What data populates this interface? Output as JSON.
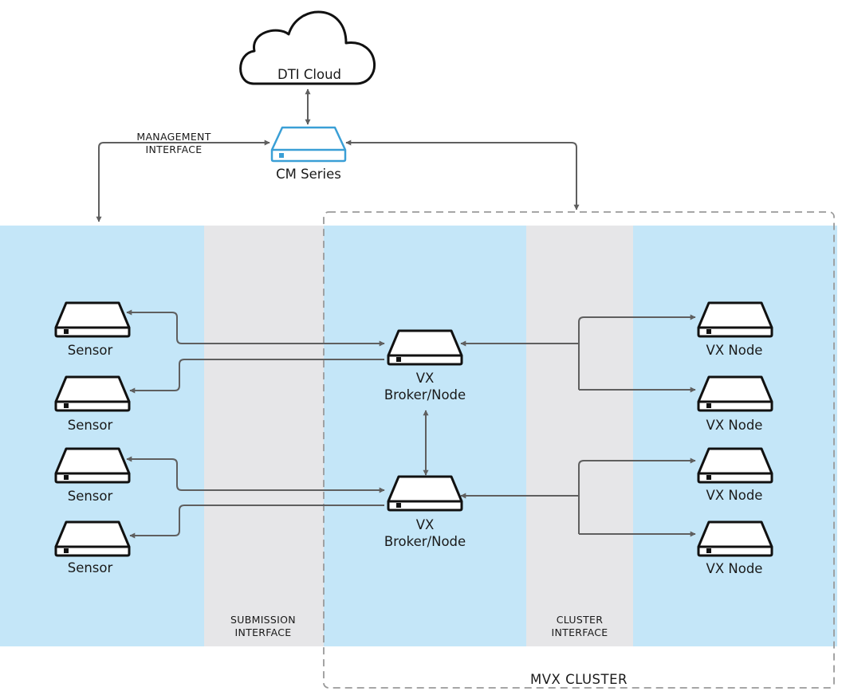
{
  "cloud": {
    "label": "DTI Cloud"
  },
  "cm": {
    "label": "CM Series"
  },
  "management": {
    "line1": "MANAGEMENT",
    "line2": "INTERFACE"
  },
  "submission": {
    "line1": "SUBMISSION",
    "line2": "INTERFACE"
  },
  "cluster_interface": {
    "line1": "CLUSTER",
    "line2": "INTERFACE"
  },
  "cluster": {
    "label": "MVX CLUSTER"
  },
  "sensors": [
    {
      "label": "Sensor"
    },
    {
      "label": "Sensor"
    },
    {
      "label": "Sensor"
    },
    {
      "label": "Sensor"
    }
  ],
  "brokers": [
    {
      "line1": "VX",
      "line2": "Broker/Node"
    },
    {
      "line1": "VX",
      "line2": "Broker/Node"
    }
  ],
  "vx_nodes": [
    {
      "label": "VX Node"
    },
    {
      "label": "VX Node"
    },
    {
      "label": "VX Node"
    },
    {
      "label": "VX Node"
    }
  ],
  "colors": {
    "zone_blue": "#c4e6f8",
    "zone_gray": "#e6e6e8",
    "cm_accent": "#3a9fd6",
    "device_stroke": "#111111",
    "connector": "#5f5f5f"
  }
}
